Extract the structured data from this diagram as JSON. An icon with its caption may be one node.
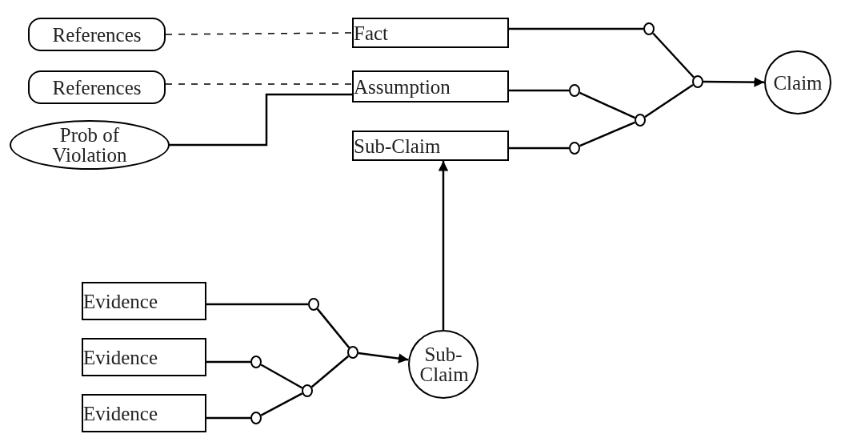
{
  "diagram": {
    "nodes": [
      {
        "text": [
          "References"
        ]
      },
      {
        "text": [
          "References"
        ]
      },
      {
        "text": [
          "Prob of Violation"
        ]
      },
      {
        "text": [
          "Fact"
        ]
      },
      {
        "text": [
          "Assumption"
        ]
      },
      {
        "text": [
          "Sub-Claim"
        ]
      },
      {
        "text": [
          "Claim"
        ]
      },
      {
        "text": [
          "Evidence"
        ]
      },
      {
        "text": [
          "Evidence"
        ]
      },
      {
        "text": [
          "Evidence"
        ]
      },
      {
        "text": [
          "Sub-Claim"
        ]
      },
      {
        "text": [],
        "shape": "circle"
      },
      {
        "text": [],
        "shape": "circle"
      },
      {
        "text": [],
        "shape": "circle"
      },
      {
        "text": [],
        "shape": "circle"
      },
      {
        "text": [],
        "shape": "circle"
      },
      {
        "text": [],
        "shape": "circle"
      },
      {
        "text": [],
        "shape": "circle"
      },
      {
        "text": [],
        "shape": "circle"
      },
      {
        "text": [],
        "shape": "circle"
      },
      {
        "text": [],
        "shape": "circle"
      }
    ],
    "edges": [
      {
        "from": 0,
        "to": 3,
        "arrow": "none",
        "style": "dashed"
      },
      {
        "from": 1,
        "to": 4,
        "arrow": "none",
        "style": "dashed"
      },
      {
        "from": 2,
        "to": 4,
        "arrow": "none"
      },
      {
        "from": 3,
        "to": 11,
        "arrow": "none"
      },
      {
        "from": 11,
        "to": 12,
        "arrow": "none"
      },
      {
        "from": 4,
        "to": 13,
        "arrow": "none"
      },
      {
        "from": 13,
        "to": 14,
        "arrow": "none"
      },
      {
        "from": 5,
        "to": 15,
        "arrow": "none"
      },
      {
        "from": 15,
        "to": 14,
        "arrow": "none"
      },
      {
        "from": 14,
        "to": 12,
        "arrow": "none"
      },
      {
        "from": 12,
        "to": 6,
        "arrow": "to"
      },
      {
        "from": 10,
        "to": 5,
        "arrow": "to"
      },
      {
        "from": 7,
        "to": 16,
        "arrow": "none"
      },
      {
        "from": 16,
        "to": 17,
        "arrow": "none"
      },
      {
        "from": 8,
        "to": 18,
        "arrow": "none"
      },
      {
        "from": 18,
        "to": 19,
        "arrow": "none"
      },
      {
        "from": 9,
        "to": 20,
        "arrow": "none"
      },
      {
        "from": 20,
        "to": 19,
        "arrow": "none"
      },
      {
        "from": 19,
        "to": 17,
        "arrow": "none"
      },
      {
        "from": 17,
        "to": 10,
        "arrow": "to"
      }
    ]
  }
}
